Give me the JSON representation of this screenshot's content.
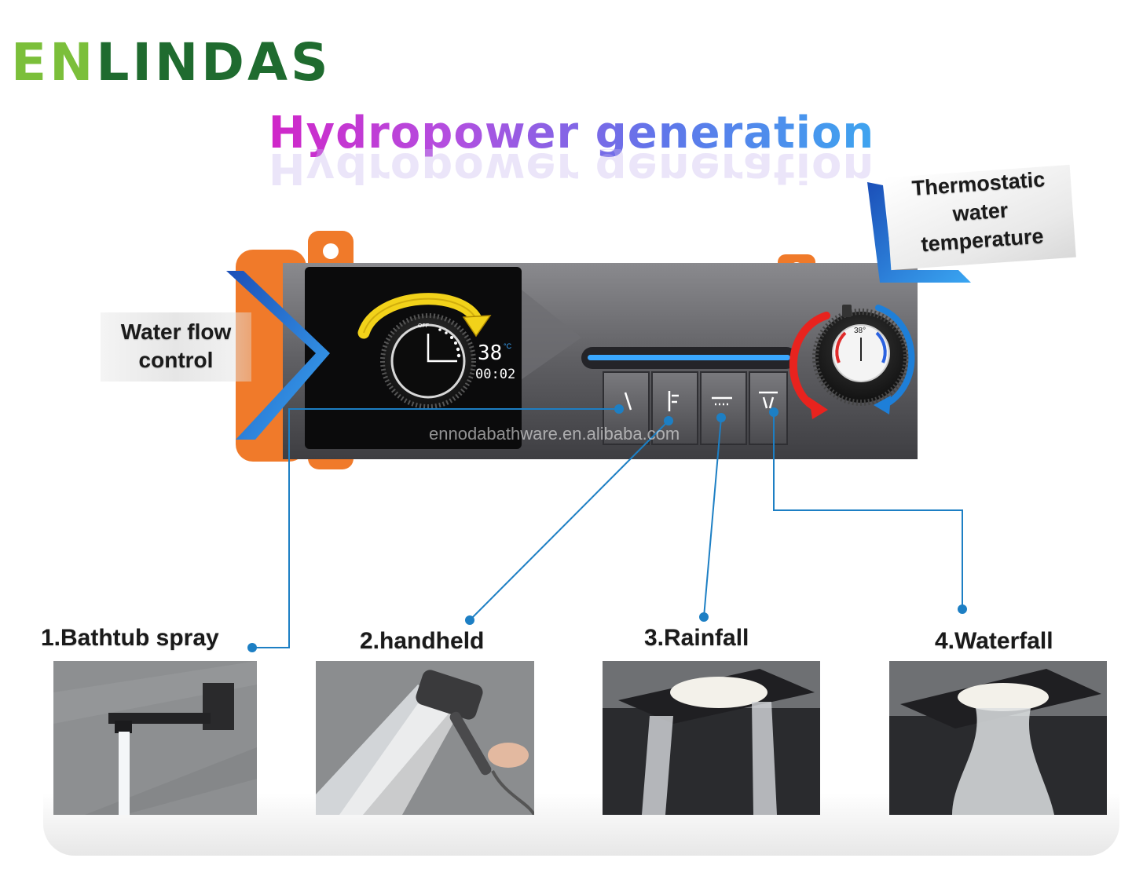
{
  "brand": {
    "name_prefix": "EN",
    "name_rest": "LINDAS"
  },
  "title": "Hydropower generation",
  "callouts": {
    "water_flow": "Water flow\ncontrol",
    "thermostatic": "Thermostatic\nwater\ntemperature"
  },
  "display": {
    "off_label": "OFF",
    "temperature": "38",
    "unit": "°C",
    "timer": "00:02",
    "thermo_dial": "38°"
  },
  "watermark": "ennodabathware.en.alibaba.com",
  "outlets": [
    {
      "label": "1.Bathtub spray",
      "icon": "bathtub-spout-icon"
    },
    {
      "label": "2.handheld",
      "icon": "handheld-shower-icon"
    },
    {
      "label": "3.Rainfall",
      "icon": "rainfall-shower-icon"
    },
    {
      "label": "4.Waterfall",
      "icon": "waterfall-icon"
    }
  ],
  "colors": {
    "brand_dark": "#1f6b2f",
    "brand_light": "#7bbf3a",
    "leader_line": "#1d7fc4",
    "led_strip": "#3aa8ff",
    "panel": "#5e5e62",
    "screen": "#0b0b0c",
    "bracket": "#f07a2a",
    "arrow_yellow": "#f2d21a",
    "arrow_red": "#e8231e",
    "arrow_blue": "#1e7fd8"
  }
}
